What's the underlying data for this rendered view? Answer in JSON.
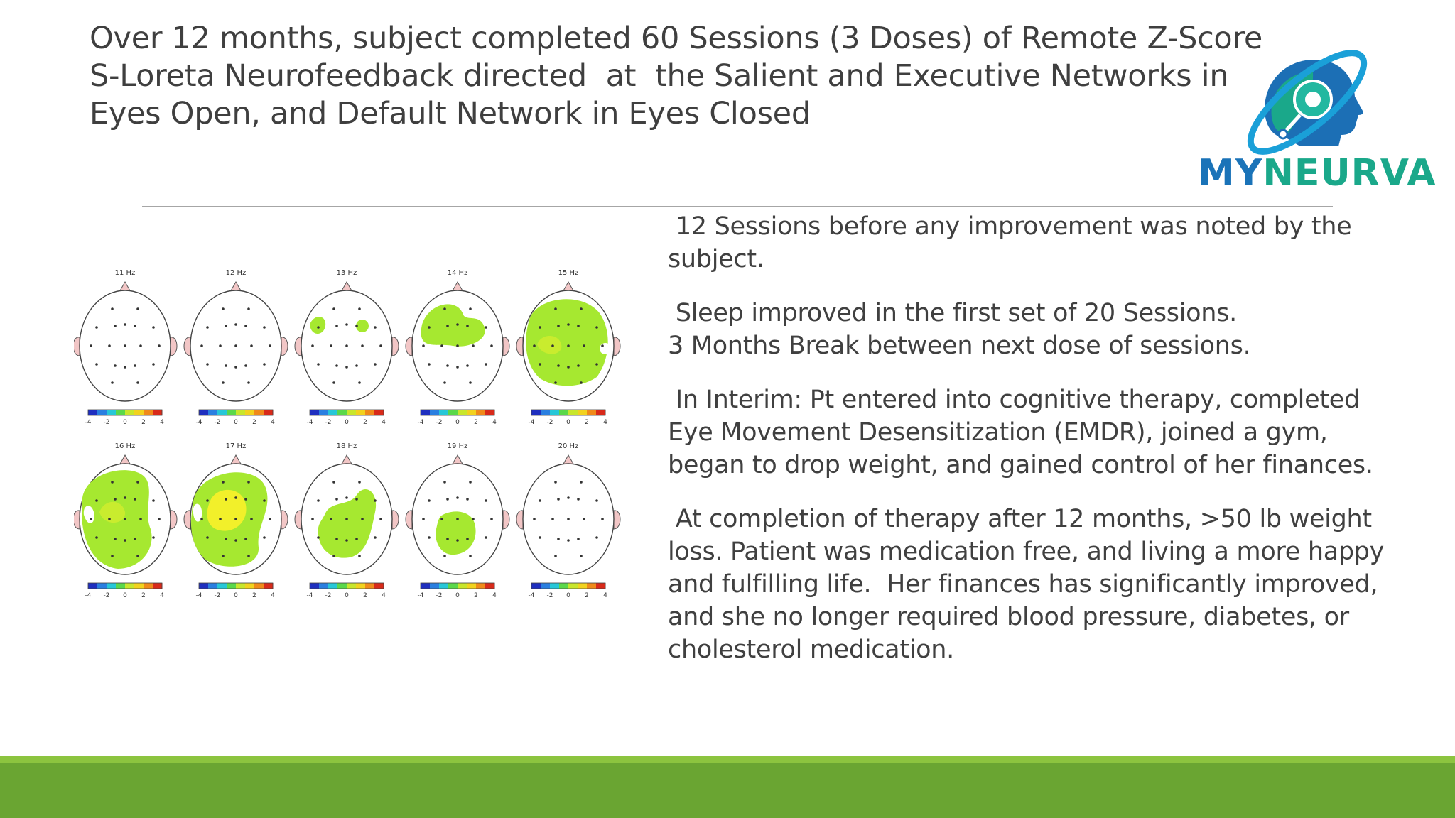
{
  "slide": {
    "title_lines": [
      "Over 12 months, subject completed 60 Sessions (3 Doses) of Remote Z-Score",
      "S-Loreta Neurofeedback directed  at  the Salient and Executive Networks in",
      "Eyes Open, and Default Network in Eyes Closed"
    ],
    "logo": {
      "my": "MY",
      "neurva": "NEURVA"
    },
    "paragraphs": [
      {
        "lines": [
          " 12 Sessions before any improvement was noted by the",
          "subject."
        ]
      },
      {
        "lines": [
          " Sleep improved in the first set of 20 Sessions.",
          "3 Months Break between next dose of sessions."
        ]
      },
      {
        "lines": [
          " In Interim: Pt entered into cognitive therapy, completed",
          "Eye Movement Desensitization (EMDR), joined a gym,",
          "began to drop weight, and gained control of her finances."
        ]
      },
      {
        "lines": [
          " At completion of therapy after 12 months, >50 lb weight",
          "loss. Patient was medication free, and living a more happy",
          "and fulfilling life.  Her finances has significantly improved,",
          "and she no longer required blood pressure, diabetes, or",
          "cholesterol medication."
        ]
      }
    ]
  },
  "figure": {
    "maps": [
      {
        "label": "11 Hz",
        "activation": "none"
      },
      {
        "label": "12 Hz",
        "activation": "none"
      },
      {
        "label": "13 Hz",
        "activation": "two small left and center spots"
      },
      {
        "label": "14 Hz",
        "activation": "frontal-left region"
      },
      {
        "label": "15 Hz",
        "activation": "broad, most of scalp"
      },
      {
        "label": "16 Hz",
        "activation": "broad, left and central"
      },
      {
        "label": "17 Hz",
        "activation": "broad, strongest yellow center"
      },
      {
        "label": "18 Hz",
        "activation": "central region"
      },
      {
        "label": "19 Hz",
        "activation": "small central spot"
      },
      {
        "label": "20 Hz",
        "activation": "none"
      }
    ],
    "scale_ticks": [
      "-4",
      "-2",
      "0",
      "2",
      "4"
    ],
    "colors": {
      "activation_green": "#a6e830",
      "activation_yellow": "#f2f02a"
    }
  },
  "colors": {
    "footer_green": "#6aa532",
    "footer_light_green": "#8cc43f",
    "logo_blue": "#1a73b8",
    "logo_teal": "#1aa88a"
  }
}
